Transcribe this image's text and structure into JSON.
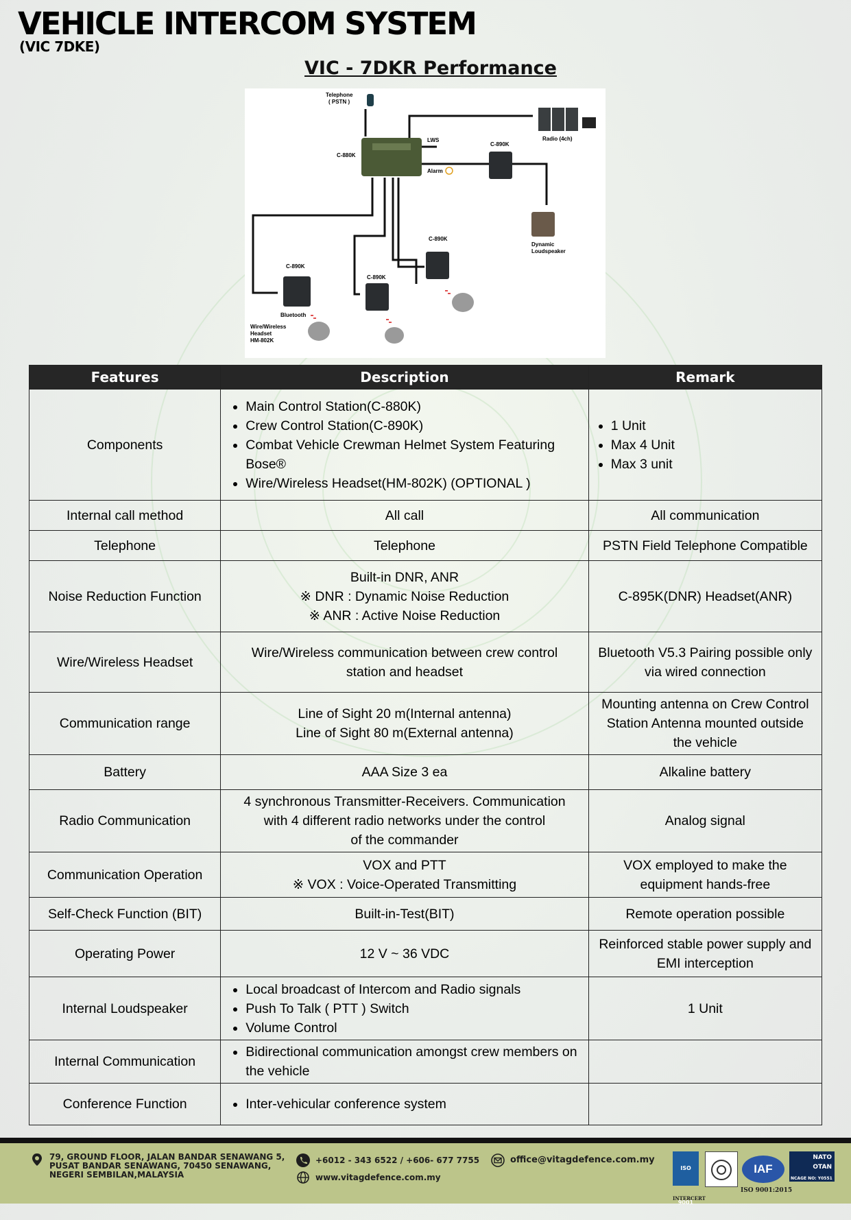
{
  "header": {
    "title": "VEHICLE INTERCOM SYSTEM",
    "subtitle": "(VIC 7DKE)"
  },
  "diagram": {
    "title": "VIC - 7DKR Performance",
    "labels": {
      "telephone": "Telephone",
      "pstn": "( PSTN )",
      "radio": "Radio (4ch)",
      "main_station": "C-880K",
      "lws": "LWS",
      "alarm": "Alarm",
      "crew_station": "C-890K",
      "loudspeaker_1": "Dynamic",
      "loudspeaker_2": "Loudspeaker",
      "bluetooth": "Bluetooth",
      "headset_1": "Wire/Wireless",
      "headset_2": "Headset",
      "headset_3": "HM-802K"
    }
  },
  "table": {
    "headers": [
      "Features",
      "Description",
      "Remark"
    ],
    "rows": [
      {
        "feature": "Components",
        "description_list": [
          "Main Control Station(C-880K)",
          "Crew Control Station(C-890K)",
          "Combat Vehicle Crewman Helmet System Featuring Bose®",
          "Wire/Wireless Headset(HM-802K) (OPTIONAL )"
        ],
        "remark_list": [
          "1 Unit",
          "Max 4 Unit",
          "Max 3 unit"
        ]
      },
      {
        "feature": "Internal call method",
        "description": [
          "All call"
        ],
        "remark": [
          "All communication"
        ]
      },
      {
        "feature": "Telephone",
        "description": [
          "Telephone"
        ],
        "remark": [
          "PSTN Field Telephone Compatible"
        ]
      },
      {
        "feature": "Noise Reduction Function",
        "description": [
          "Built-in DNR, ANR",
          "※ DNR : Dynamic Noise Reduction",
          "※ ANR : Active Noise Reduction"
        ],
        "remark": [
          "C-895K(DNR) Headset(ANR)"
        ]
      },
      {
        "feature": "Wire/Wireless Headset",
        "description": [
          "Wire/Wireless communication between crew control",
          "station and headset"
        ],
        "remark": [
          "Bluetooth V5.3 Pairing possible only",
          "via wired connection"
        ]
      },
      {
        "feature": "Communication range",
        "description": [
          "Line of Sight 20 m(Internal antenna)",
          "Line of Sight 80 m(External antenna)"
        ],
        "remark": [
          "Mounting antenna on Crew Control",
          "Station Antenna mounted outside",
          "the vehicle"
        ]
      },
      {
        "feature": "Battery",
        "description": [
          "AAA Size 3 ea"
        ],
        "remark": [
          "Alkaline battery"
        ]
      },
      {
        "feature": "Radio Communication",
        "description": [
          "4 synchronous Transmitter-Receivers.  Communication",
          "with 4 different radio networks under the control",
          "of the commander"
        ],
        "remark": [
          "Analog signal"
        ]
      },
      {
        "feature": "Communication Operation",
        "description": [
          "VOX and PTT",
          "※ VOX : Voice-Operated Transmitting"
        ],
        "remark": [
          "VOX employed to make the",
          "equipment hands-free"
        ]
      },
      {
        "feature": "Self-Check Function (BIT)",
        "description": [
          "Built-in-Test(BIT)"
        ],
        "remark": [
          "Remote operation possible"
        ]
      },
      {
        "feature": "Operating Power",
        "description": [
          "12 V ~ 36 VDC"
        ],
        "remark": [
          "Reinforced stable power supply and",
          "EMI interception"
        ]
      },
      {
        "feature": "Internal Loudspeaker",
        "description_list": [
          "Local broadcast of Intercom and Radio signals",
          "Push To Talk ( PTT ) Switch",
          "Volume Control"
        ],
        "remark": [
          "1 Unit"
        ]
      },
      {
        "feature": "Internal Communication",
        "description_list": [
          "Bidirectional communication amongst crew members on the vehicle"
        ],
        "remark": []
      },
      {
        "feature": "Conference Function",
        "description_list": [
          "Inter-vehicular conference system"
        ],
        "remark": []
      }
    ]
  },
  "footer": {
    "address": [
      "79, GROUND FLOOR, JALAN BANDAR SENAWANG 5,",
      "PUSAT BANDAR SENAWANG, 70450 SENAWANG,",
      "NEGERI SEMBILAN,MALAYSIA"
    ],
    "phone": "+6012 - 343 6522 / +606- 677 7755",
    "website": "www.vitagdefence.com.my",
    "email": "office@vitagdefence.com.my",
    "cert_iso_label": "ISO 9001",
    "cert_intercert": "INTERCERT",
    "cert_iaf": "IAF",
    "cert_nato_1": "NATO",
    "cert_nato_2": "OTAN",
    "cert_ncage": "NCAGE NO: Y0551",
    "cert_caption": "ISO 9001:2015"
  }
}
